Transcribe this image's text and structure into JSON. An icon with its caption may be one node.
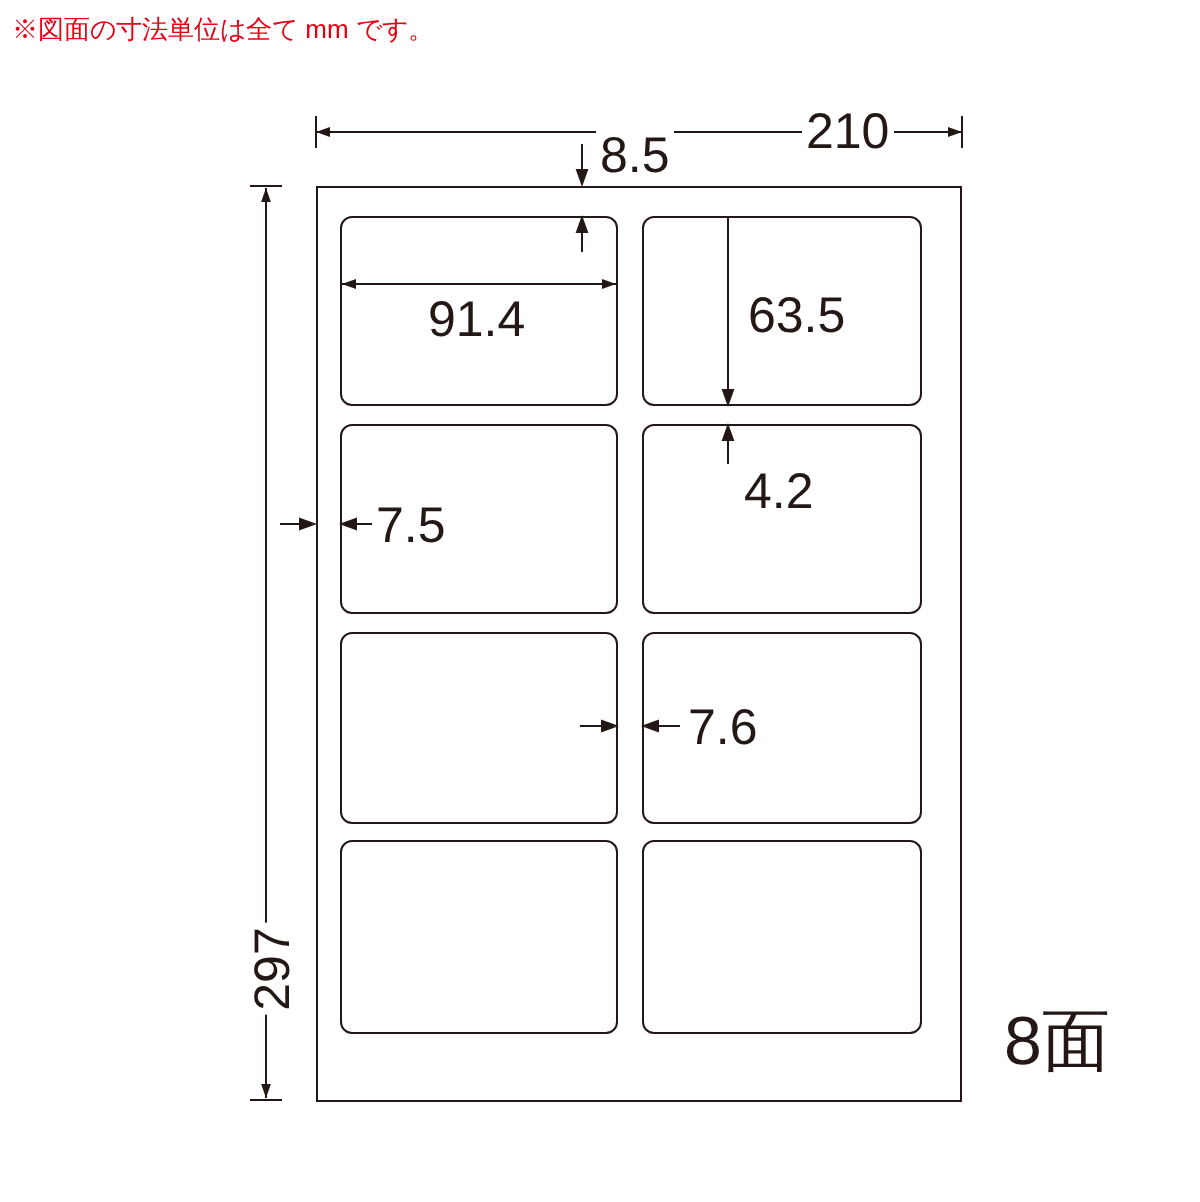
{
  "diagram": {
    "title": "※図面の寸法単位は全て mm です。",
    "nodes": [
      {
        "text": [],
        "shape": "box"
      },
      {
        "text": [],
        "shape": "box",
        "in": 0
      },
      {
        "text": [],
        "shape": "box",
        "in": 0
      },
      {
        "text": [],
        "shape": "box",
        "in": 0
      },
      {
        "text": [],
        "shape": "box",
        "in": 0
      },
      {
        "text": [],
        "shape": "box",
        "in": 0
      },
      {
        "text": [],
        "shape": "box",
        "in": 0
      },
      {
        "text": [],
        "shape": "box",
        "in": 0
      },
      {
        "text": [],
        "shape": "box",
        "in": 0
      }
    ],
    "edges": [],
    "labels": [
      "210",
      "8.5",
      "91.4",
      "63.5",
      "4.2",
      "7.5",
      "7.6",
      "297",
      "8面"
    ]
  }
}
